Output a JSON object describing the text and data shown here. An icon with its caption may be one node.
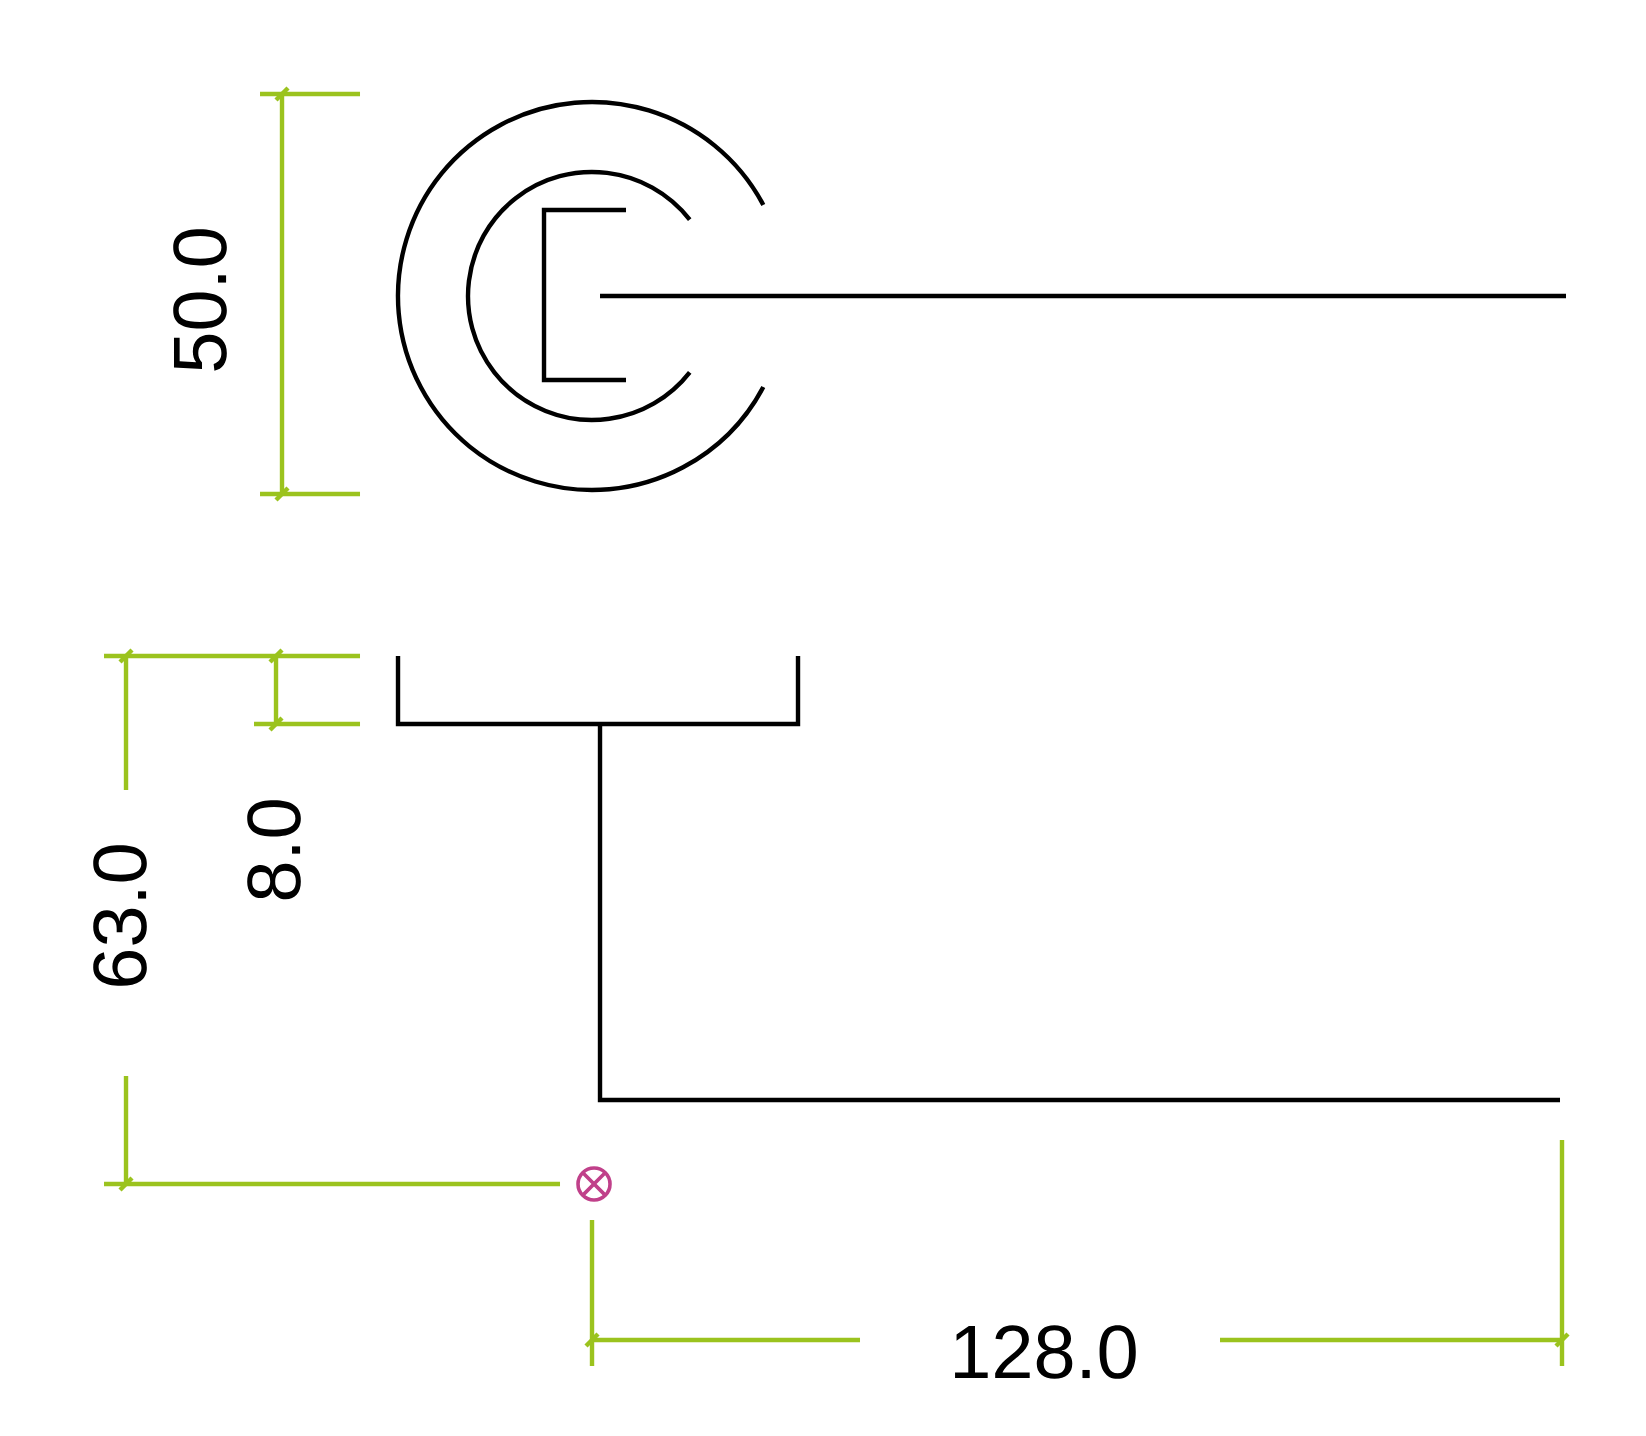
{
  "diagram": {
    "labels": [
      "50.0",
      "63.0",
      "8.0",
      "128.0"
    ]
  }
}
